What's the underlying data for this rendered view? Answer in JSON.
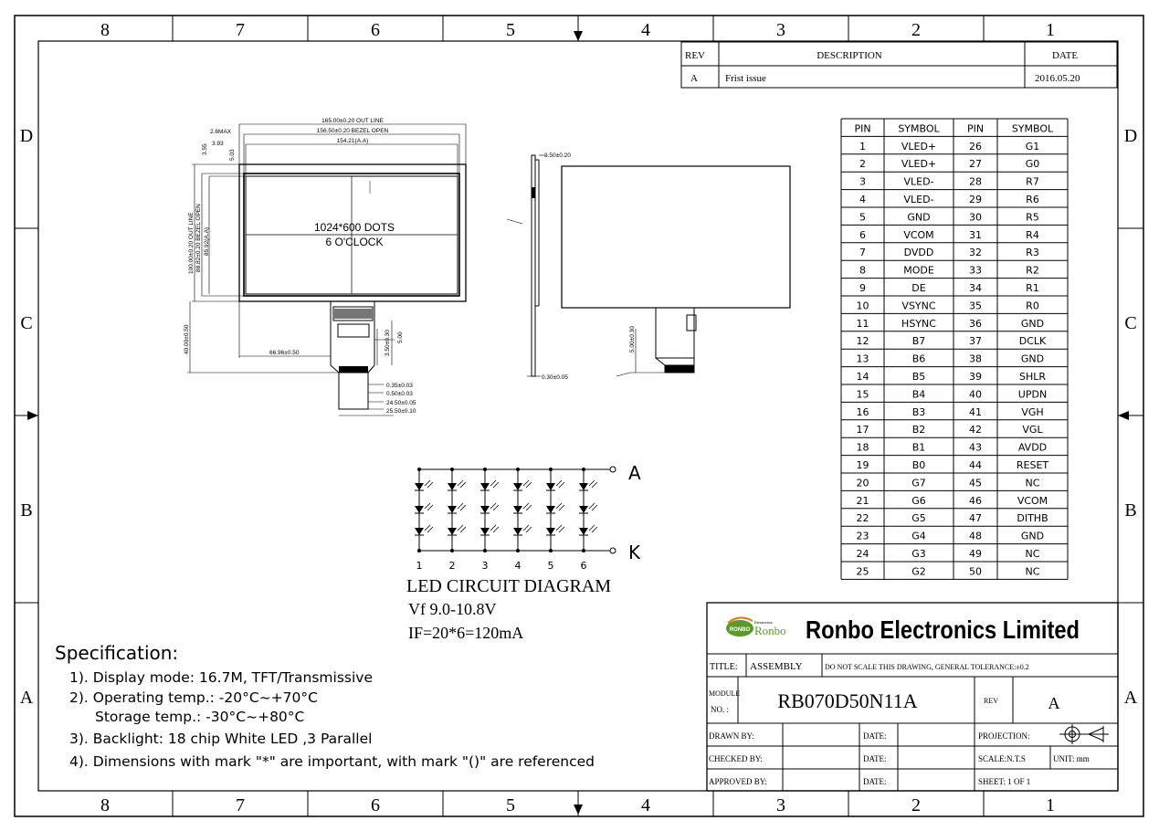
{
  "zone_columns": [
    "8",
    "7",
    "6",
    "5",
    "4",
    "3",
    "2",
    "1"
  ],
  "zone_rows": [
    "D",
    "C",
    "B",
    "A"
  ],
  "revision": {
    "headers": [
      "REV",
      "DESCRIPTION",
      "DATE"
    ],
    "rows": [
      [
        "A",
        "Frist issue",
        "2016.05.20"
      ]
    ]
  },
  "front_view": {
    "outline_width": "165.00±0.20 OUT LINE",
    "bezel_open_width": "156.50±0.20 BEZEL OPEN",
    "active_area_width": "154.21(A.A)",
    "top_offset": "2.6MAX",
    "left_offset": "3.93",
    "top_gap_1": "3.55",
    "top_gap_2": "5.03",
    "outline_height": "100.00±0.20 OUT LINE",
    "bezel_open_height": "88.82±0.20 BEZEL OPEN",
    "active_area_height": "85.92(A.A)",
    "total_height": "40.00±0.50",
    "resolution": "1024*600 DOTS",
    "view_direction": "6 O'CLOCK",
    "fpc_offset": "66.96±0.50",
    "fpc_d1": "3.50±0.30",
    "fpc_d2": "5.00",
    "pitch_1": "0.35±0.03",
    "pitch_2": "0.50±0.03",
    "pitch_3": "24.50±0.05",
    "pitch_4": "25.50±0.10"
  },
  "side_view": {
    "thickness": "3.50±0.20",
    "fpc_thickness": "0.30±0.05"
  },
  "back_view": {
    "fpc_len": "5.00±0.30"
  },
  "pins": {
    "headers": [
      "PIN",
      "SYMBOL",
      "PIN",
      "SYMBOL"
    ],
    "rows": [
      [
        "1",
        "VLED+",
        "26",
        "G1"
      ],
      [
        "2",
        "VLED+",
        "27",
        "G0"
      ],
      [
        "3",
        "VLED-",
        "28",
        "R7"
      ],
      [
        "4",
        "VLED-",
        "29",
        "R6"
      ],
      [
        "5",
        "GND",
        "30",
        "R5"
      ],
      [
        "6",
        "VCOM",
        "31",
        "R4"
      ],
      [
        "7",
        "DVDD",
        "32",
        "R3"
      ],
      [
        "8",
        "MODE",
        "33",
        "R2"
      ],
      [
        "9",
        "DE",
        "34",
        "R1"
      ],
      [
        "10",
        "VSYNC",
        "35",
        "R0"
      ],
      [
        "11",
        "HSYNC",
        "36",
        "GND"
      ],
      [
        "12",
        "B7",
        "37",
        "DCLK"
      ],
      [
        "13",
        "B6",
        "38",
        "GND"
      ],
      [
        "14",
        "B5",
        "39",
        "SHLR"
      ],
      [
        "15",
        "B4",
        "40",
        "UPDN"
      ],
      [
        "16",
        "B3",
        "41",
        "VGH"
      ],
      [
        "17",
        "B2",
        "42",
        "VGL"
      ],
      [
        "18",
        "B1",
        "43",
        "AVDD"
      ],
      [
        "19",
        "B0",
        "44",
        "RESET"
      ],
      [
        "20",
        "G7",
        "45",
        "NC"
      ],
      [
        "21",
        "G6",
        "46",
        "VCOM"
      ],
      [
        "22",
        "G5",
        "47",
        "DITHB"
      ],
      [
        "23",
        "G4",
        "48",
        "GND"
      ],
      [
        "24",
        "G3",
        "49",
        "NC"
      ],
      [
        "25",
        "G2",
        "50",
        "NC"
      ]
    ]
  },
  "led": {
    "anode": "A",
    "cathode": "K",
    "string_numbers": [
      "1",
      "2",
      "3",
      "4",
      "5",
      "6"
    ],
    "title": "LED CIRCUIT DIAGRAM",
    "vf": "Vf 9.0-10.8V",
    "if": "IF=20*6=120mA"
  },
  "specification": {
    "heading": "Specification:",
    "lines": [
      "1). Display mode: 16.7M, TFT/Transmissive",
      "2). Operating temp.: -20°C~+70°C",
      "Storage temp.: -30°C~+80°C",
      "3). Backlight: 18 chip White LED ,3 Parallel",
      "4). Dimensions with mark \"*\" are important, with mark \"()\" are referenced"
    ]
  },
  "title_block": {
    "logo_badge": "RONBO",
    "logo_small": "Electronics",
    "logo_text": "Ronbo",
    "company": "Ronbo Electronics Limited",
    "title_label": "TITLE:",
    "title_value": "ASSEMBLY",
    "tolerance_note": "DO NOT SCALE THIS DRAWING, GENERAL TOLERANCE:±0.2",
    "module_label_1": "MODULE",
    "module_label_2": "NO. :",
    "module_no": "RB070D50N11A",
    "rev_label": "REV",
    "rev_value": "A",
    "drawn_by": "DRAWN BY:",
    "checked_by": "CHECKED BY:",
    "approved_by": "APPROVED BY:",
    "date_label": "DATE:",
    "projection": "PROJECTION:",
    "scale": "SCALE:N.T.S",
    "unit": "UNIT: mm",
    "sheet": "SHEET:  1  OF  1"
  },
  "colors": {
    "ink": "#000000",
    "paper": "#ffffff",
    "logo_green": "#5a9a2a",
    "logo_orange": "#e07a1a"
  }
}
